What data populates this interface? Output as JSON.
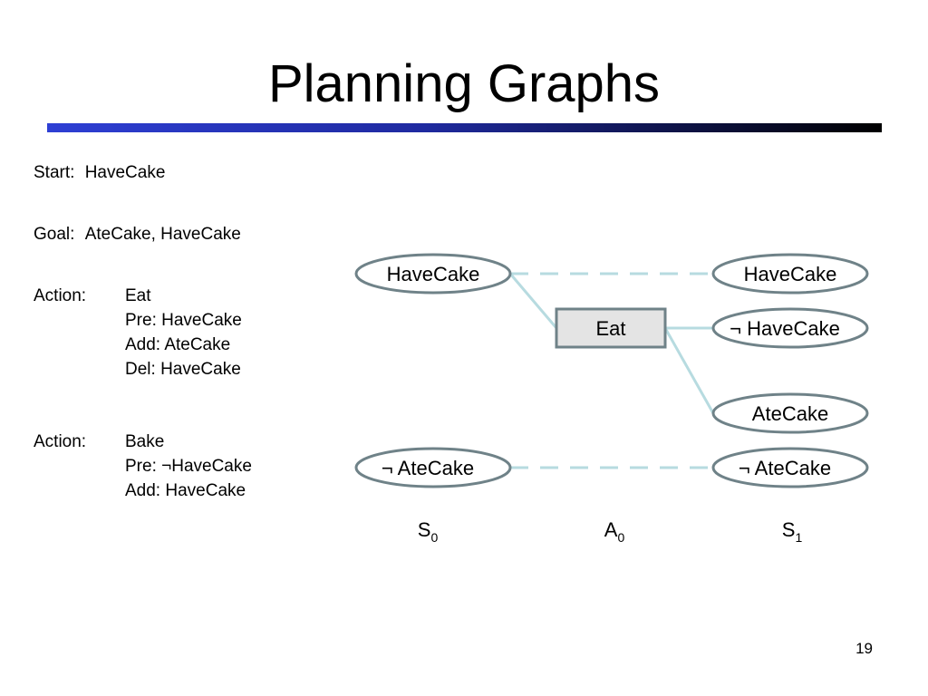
{
  "title": "Planning Graphs",
  "start": {
    "label": "Start:",
    "value": "HaveCake"
  },
  "goal": {
    "label": "Goal:",
    "value": "AteCake, HaveCake"
  },
  "actions": [
    {
      "label": "Action:",
      "name": "Eat",
      "lines": [
        "Pre: HaveCake",
        "Add: AteCake",
        "Del: HaveCake"
      ]
    },
    {
      "label": "Action:",
      "name": "Bake",
      "lines": [
        "Pre: ¬HaveCake",
        "Add: HaveCake"
      ]
    }
  ],
  "graph": {
    "s0_nodes": [
      "HaveCake",
      "¬ AteCake"
    ],
    "action_node": "Eat",
    "s1_nodes": [
      "HaveCake",
      "¬ HaveCake",
      "AteCake",
      "¬ AteCake"
    ],
    "levels": [
      {
        "base": "S",
        "sub": "0"
      },
      {
        "base": "A",
        "sub": "0"
      },
      {
        "base": "S",
        "sub": "1"
      }
    ],
    "colors": {
      "node_border": "#6f8288",
      "link": "#b7dbe0",
      "action_fill": "#e4e4e4"
    }
  },
  "page_number": "19"
}
